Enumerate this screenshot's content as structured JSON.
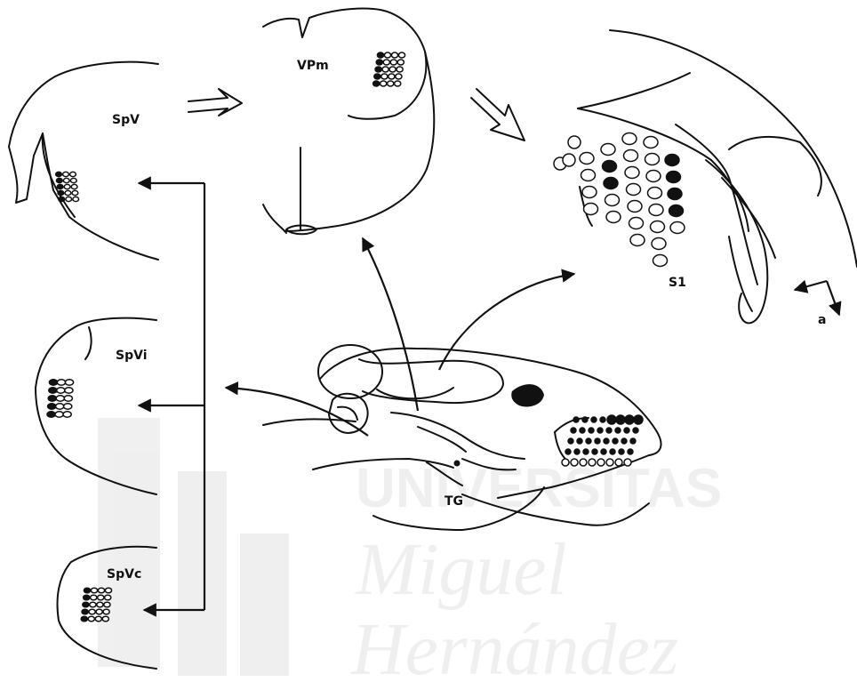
{
  "labels": {
    "spv": "SpV",
    "vpm": "VPm",
    "s1": "S1",
    "spvi": "SpVi",
    "spvc": "SpVc",
    "tg": "TG",
    "orientation": "a"
  },
  "watermark": {
    "line1": "UNIVERSITAS",
    "line2": "Miguel",
    "line3": "Hernández"
  }
}
